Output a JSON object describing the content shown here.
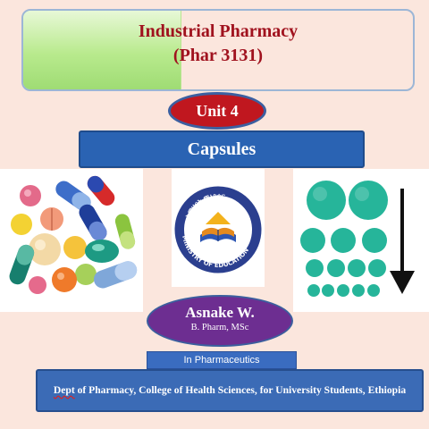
{
  "header": {
    "course_title": "Industrial Pharmacy",
    "course_code": "(Phar 3131)"
  },
  "unit": {
    "label": "Unit 4"
  },
  "topic": {
    "label": "Capsules"
  },
  "logo": {
    "text": "MINISTRY OF EDUCATION",
    "amharic_text": "ትምህርት ሚኒስቴር"
  },
  "author": {
    "name": "Asnake W.",
    "degree": "B. Pharm, MSc"
  },
  "field": {
    "label": "In Pharmaceutics"
  },
  "footer": {
    "dept": "Dept",
    "rest": " of Pharmacy, College of Health Sciences,  for University Students, Ethiopia"
  },
  "colors": {
    "title_red": "#a0121e",
    "unit_red": "#c0171f",
    "capsule_blue": "#2a63b3",
    "author_purple": "#6d2e91",
    "teal_dots": "#26b59a"
  }
}
